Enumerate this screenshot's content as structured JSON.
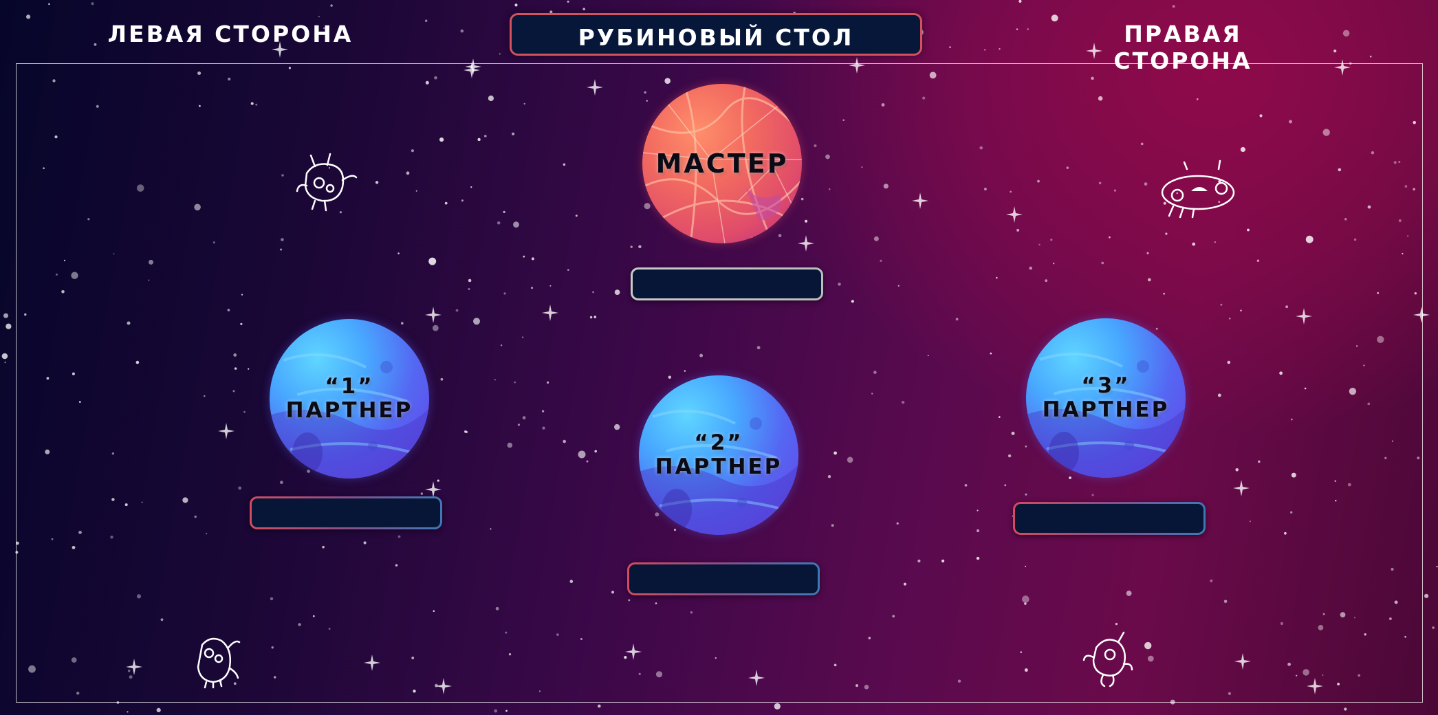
{
  "header": {
    "left_side": "ЛЕВАЯ СТОРОНА",
    "title": "РУБИНОВЫЙ СТОЛ",
    "right_side": "ПРАВАЯ СТОРОНА"
  },
  "planets": {
    "master": "МАСТЕР",
    "partner1": "“1”\nПАРТНЕР",
    "partner2": "“2”\nПАРТНЕР",
    "partner3": "“3”\nПАРТНЕР"
  },
  "name_fields": {
    "master": "",
    "partner1": "",
    "partner2": "",
    "partner3": ""
  },
  "colors": {
    "title_border": "#d4515e",
    "box_fill": "#071636",
    "planet_blue": "#5566f2",
    "planet_red": "#f26a60"
  },
  "icons": [
    "alien-doodle-icon",
    "ufo-doodle-icon",
    "monster-doodle-icon",
    "creature-doodle-icon"
  ]
}
